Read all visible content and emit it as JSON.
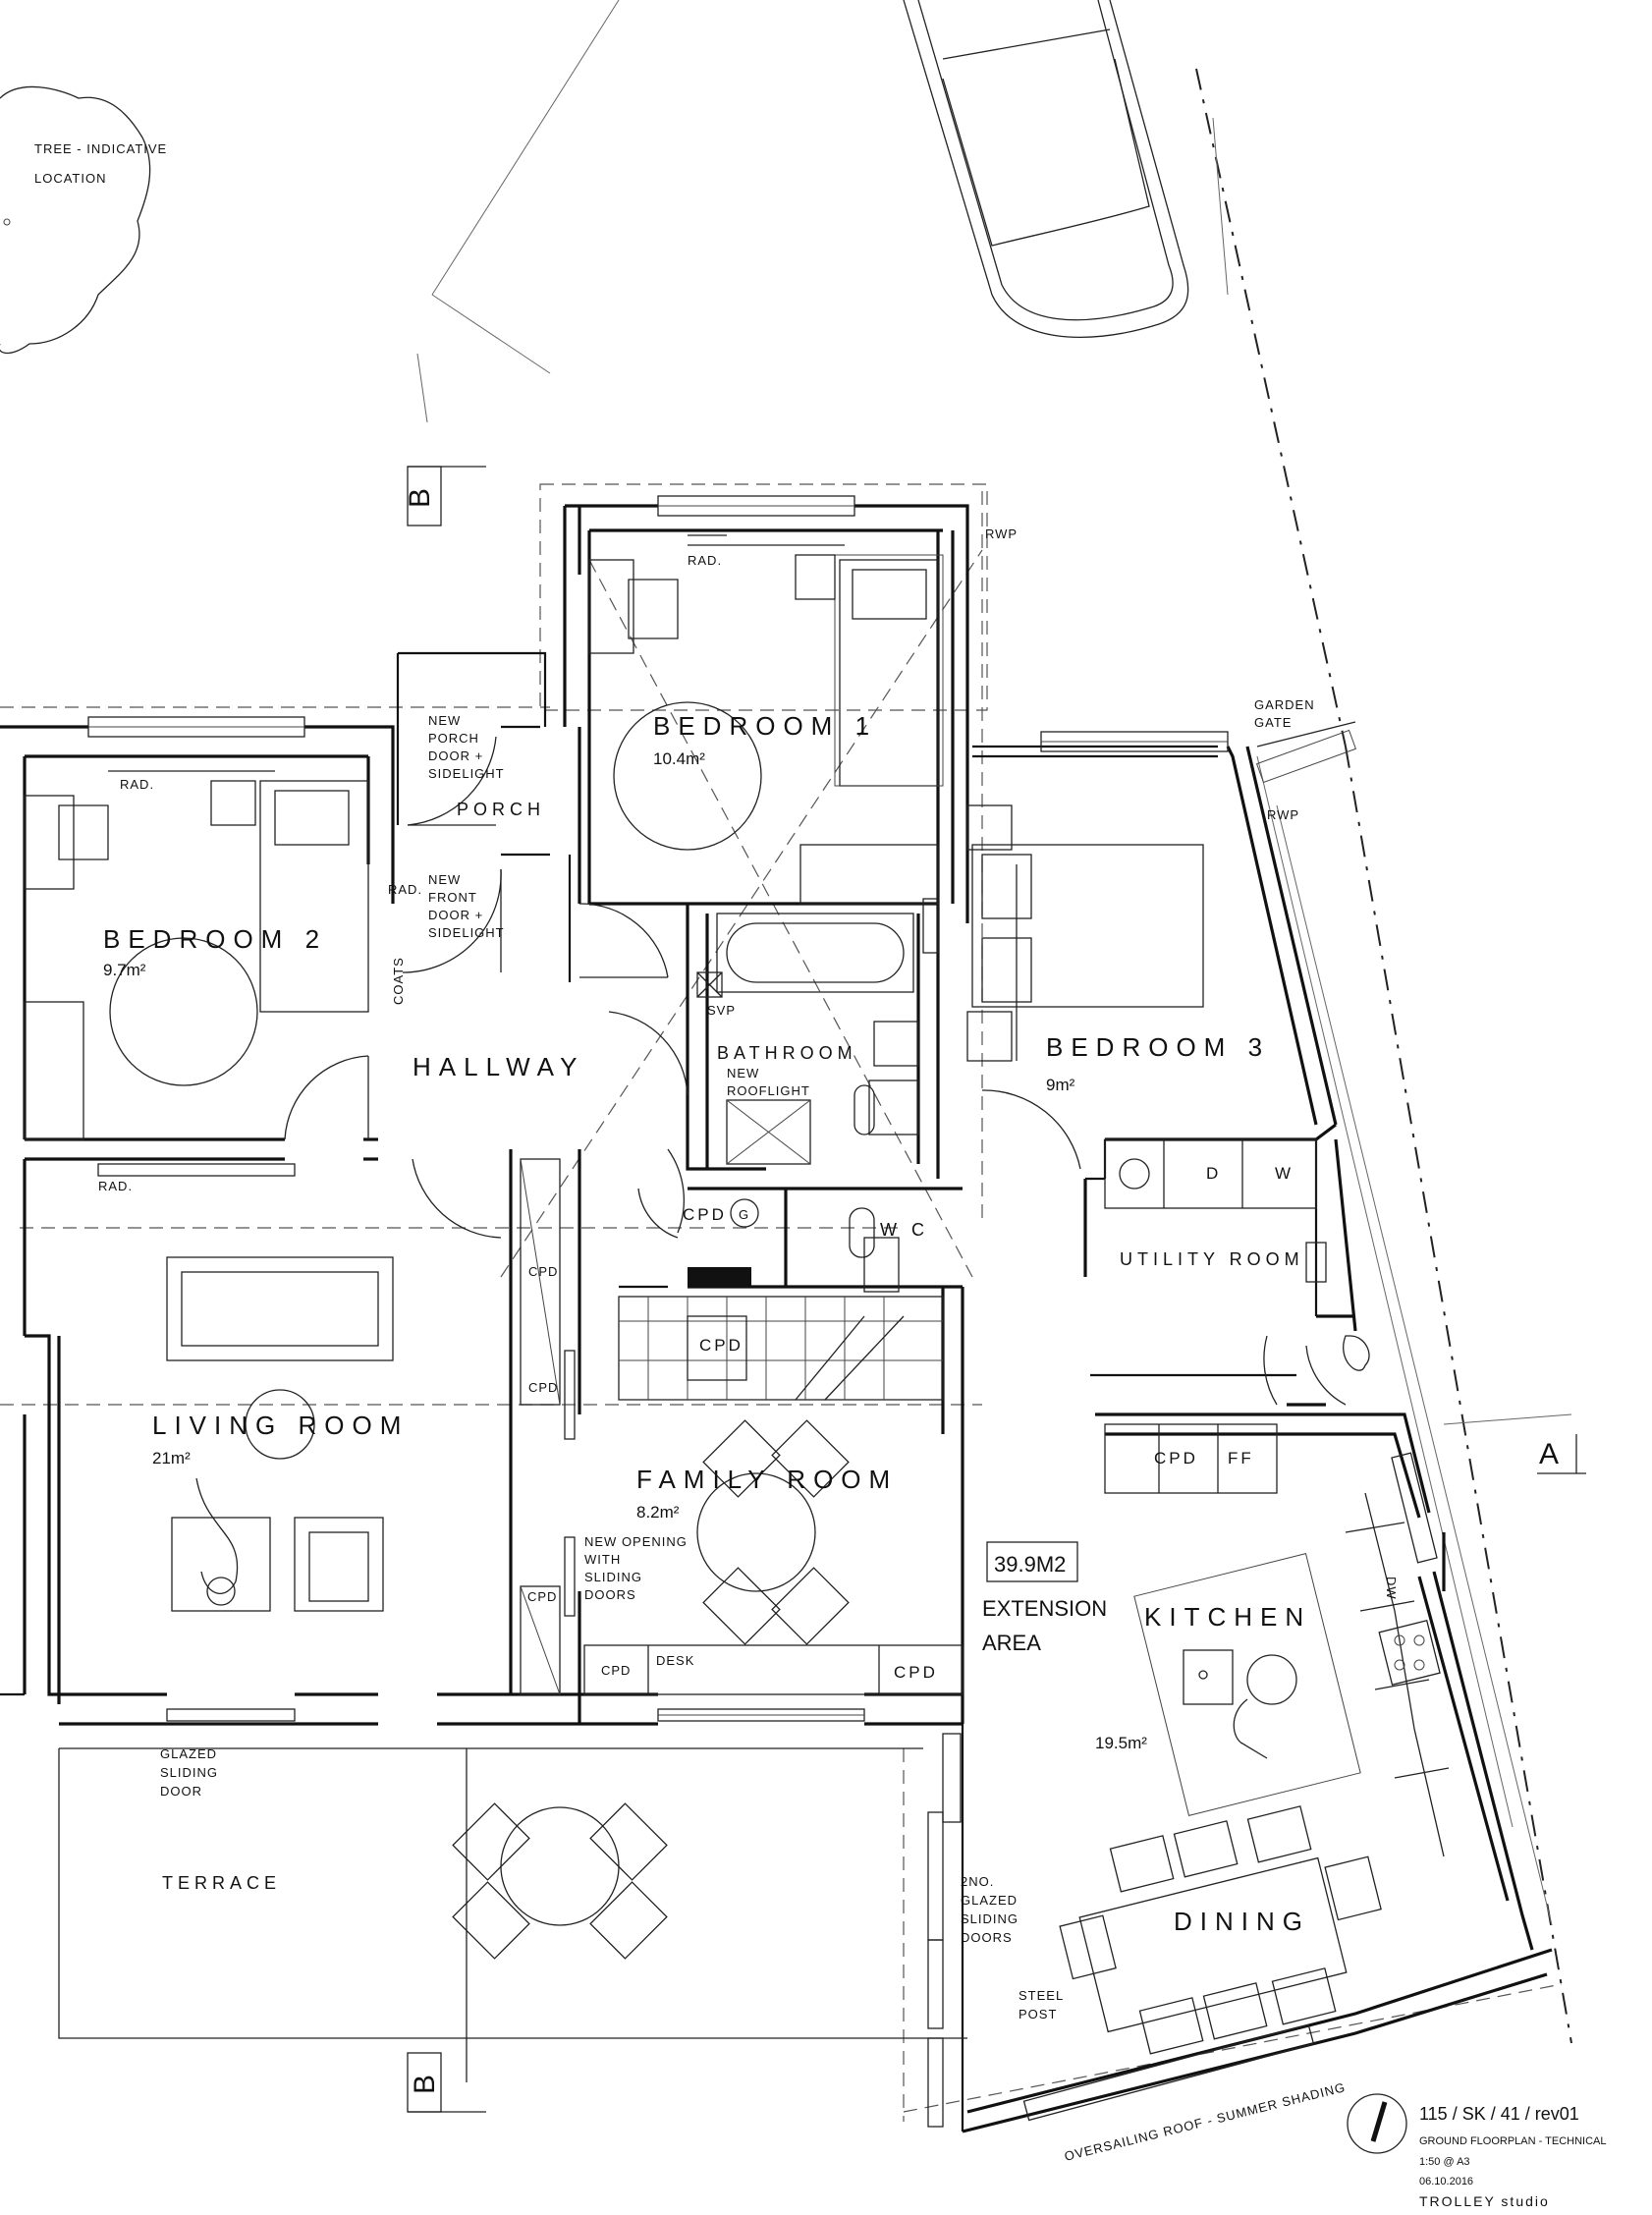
{
  "tree_note": [
    "TREE - INDICATIVE",
    "LOCATION"
  ],
  "section_markers": {
    "b_top": "B",
    "b_bottom": "B",
    "a": "A"
  },
  "rooms": {
    "bedroom1": {
      "name": "BEDROOM 1",
      "area": "10.4m²"
    },
    "bedroom2": {
      "name": "BEDROOM 2",
      "area": "9.7m²"
    },
    "bedroom3": {
      "name": "BEDROOM 3",
      "area": "9m²"
    },
    "living": {
      "name": "LIVING ROOM",
      "area": "21m²"
    },
    "family": {
      "name": "FAMILY ROOM",
      "area": "8.2m²"
    },
    "kitchen": {
      "name": "KITCHEN",
      "area": "19.5m²"
    },
    "hallway": "HALLWAY",
    "bathroom": "BATHROOM",
    "porch": "PORCH",
    "utility": "UTILITY ROOM",
    "wc": "W C",
    "dining": "DINING",
    "terrace": "TERRACE"
  },
  "labels": {
    "rad": "RAD.",
    "rwp": "RWP",
    "svp": "SVP",
    "cpd": "CPD",
    "g": "G",
    "coats": "COATS",
    "d": "D",
    "w": "W",
    "ff": "FF",
    "dw": "DW",
    "desk": "DESK",
    "new_porch_door": [
      "NEW",
      "PORCH",
      "DOOR +",
      "SIDELIGHT"
    ],
    "new_front_door": [
      "NEW",
      "FRONT",
      "DOOR +",
      "SIDELIGHT"
    ],
    "new_rooflight": [
      "NEW",
      "ROOFLIGHT"
    ],
    "garden_gate": [
      "GARDEN",
      "GATE"
    ],
    "new_opening": [
      "NEW OPENING",
      "WITH",
      "SLIDING",
      "DOORS"
    ],
    "glazed_sliding_door": [
      "GLAZED",
      "SLIDING",
      "DOOR"
    ],
    "glazed_sliding_doors_2": [
      "2NO.",
      "GLAZED",
      "SLIDING",
      "DOORS"
    ],
    "steel_post": [
      "STEEL",
      "POST"
    ],
    "extension_box": "39.9M2",
    "extension_area": [
      "EXTENSION",
      "AREA"
    ],
    "oversailing_roof": "OVERSAILING ROOF - SUMMER SHADING"
  },
  "title_block": {
    "drawing_no": "115 / SK / 41 / rev01",
    "title": "GROUND FLOORPLAN - TECHNICAL",
    "scale": "1:50 @ A3",
    "date": "06.10.2016",
    "studio": "TROLLEY studio"
  }
}
